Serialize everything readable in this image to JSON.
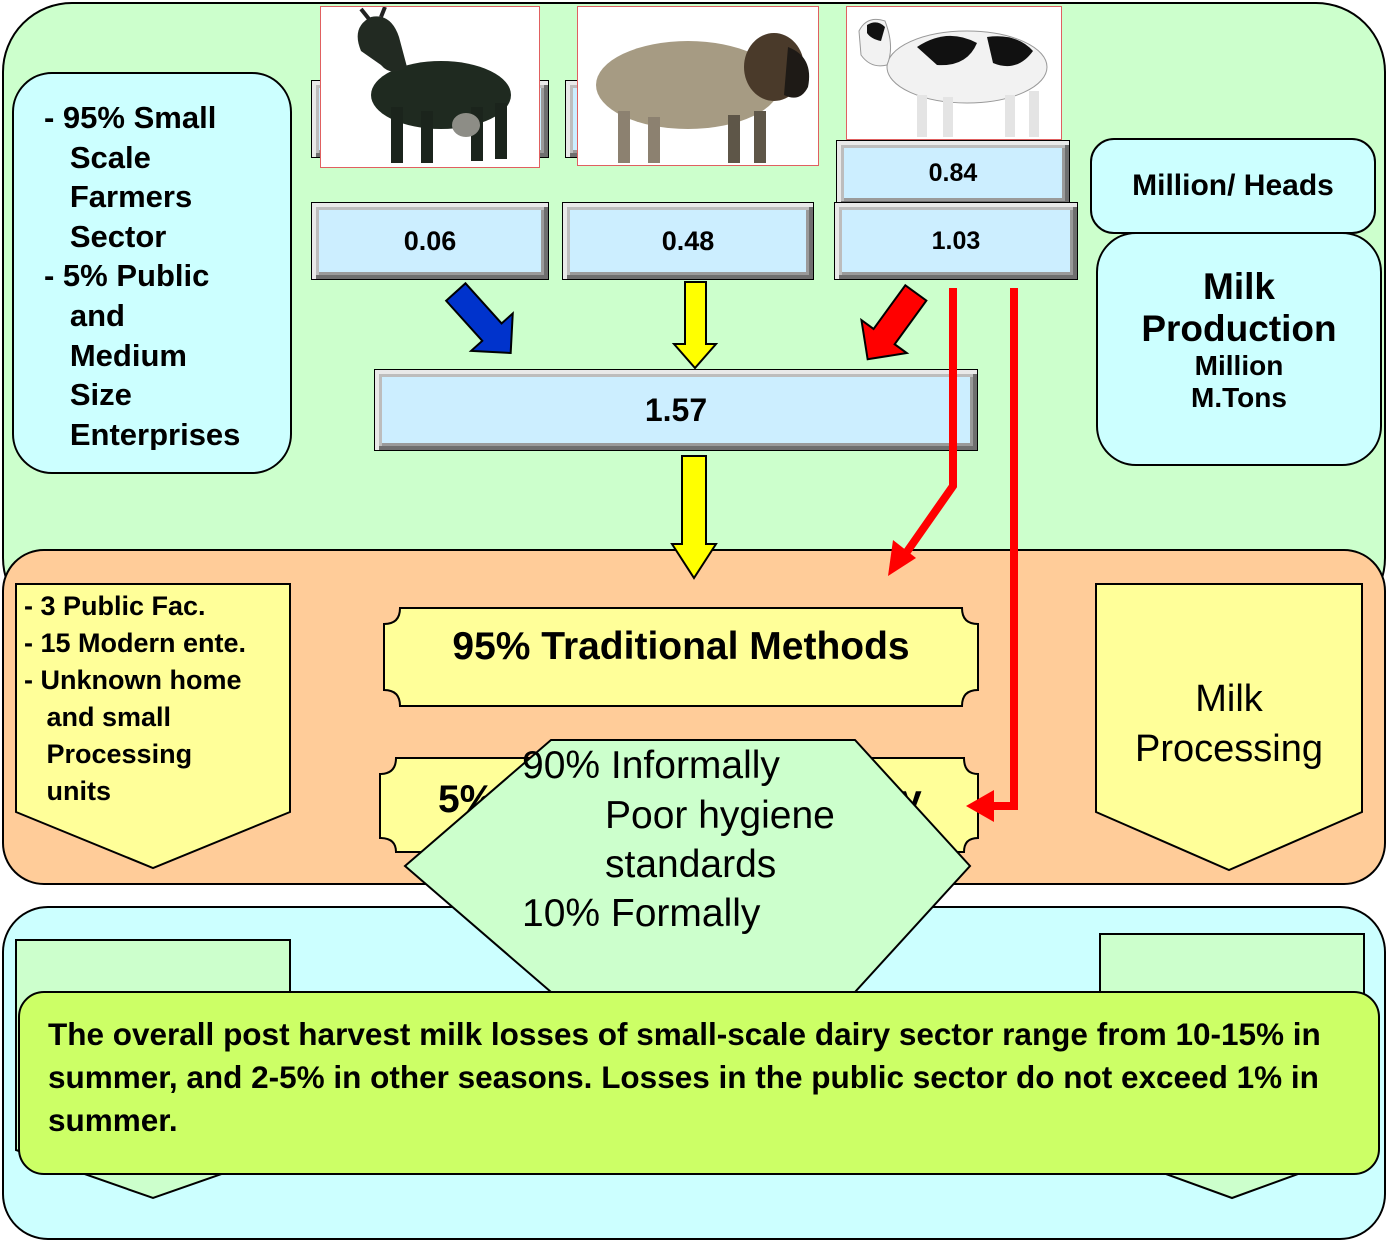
{
  "colors": {
    "production_bg": "#ccffcc",
    "processing_bg": "#ffcc99",
    "consumption_bg": "#ccffff",
    "note_bg": "#ccff66",
    "label_box": "#ffff99",
    "value_box": "#cceeff",
    "goat_arrow": "#0033cc",
    "sheep_arrow": "#ffff00",
    "cow_arrow": "#ff0000"
  },
  "production": {
    "sector_lines": [
      "- 95% Small",
      "   Scale",
      "   Farmers",
      "   Sector",
      "- 5% Public",
      "   and",
      "   Medium",
      "   Size",
      "   Enterprises"
    ],
    "heads_unit": "Million/ Heads",
    "heads_cow": "0.84",
    "milk_goat": "0.06",
    "milk_sheep": "0.48",
    "milk_cow": "1.03",
    "milk_total": "1.57",
    "title_line1": "Milk",
    "title_line2": "Production",
    "unit_line1": "Million",
    "unit_line2": "M.Tons",
    "animals": [
      "goat-image",
      "sheep-image",
      "cow-image"
    ]
  },
  "processing": {
    "facilities_lines": [
      "- 3 Public Fac.",
      "- 15 Modern ente.",
      "- Unknown home",
      "   and small",
      "   Processing",
      "   units"
    ],
    "traditional": "95% Traditional Methods",
    "modern_partial_left": "5%",
    "modern_partial_right": "y",
    "title_line1": "Milk",
    "title_line2": "Processing",
    "hexagon_lines": [
      "90% Informally",
      "Poor hygiene",
      "standards",
      "10% Formally"
    ]
  },
  "note": "The overall post harvest milk losses of small-scale dairy sector range from 10-15% in summer, and 2-5% in other seasons. Losses in the public sector do not exceed 1% in summer."
}
